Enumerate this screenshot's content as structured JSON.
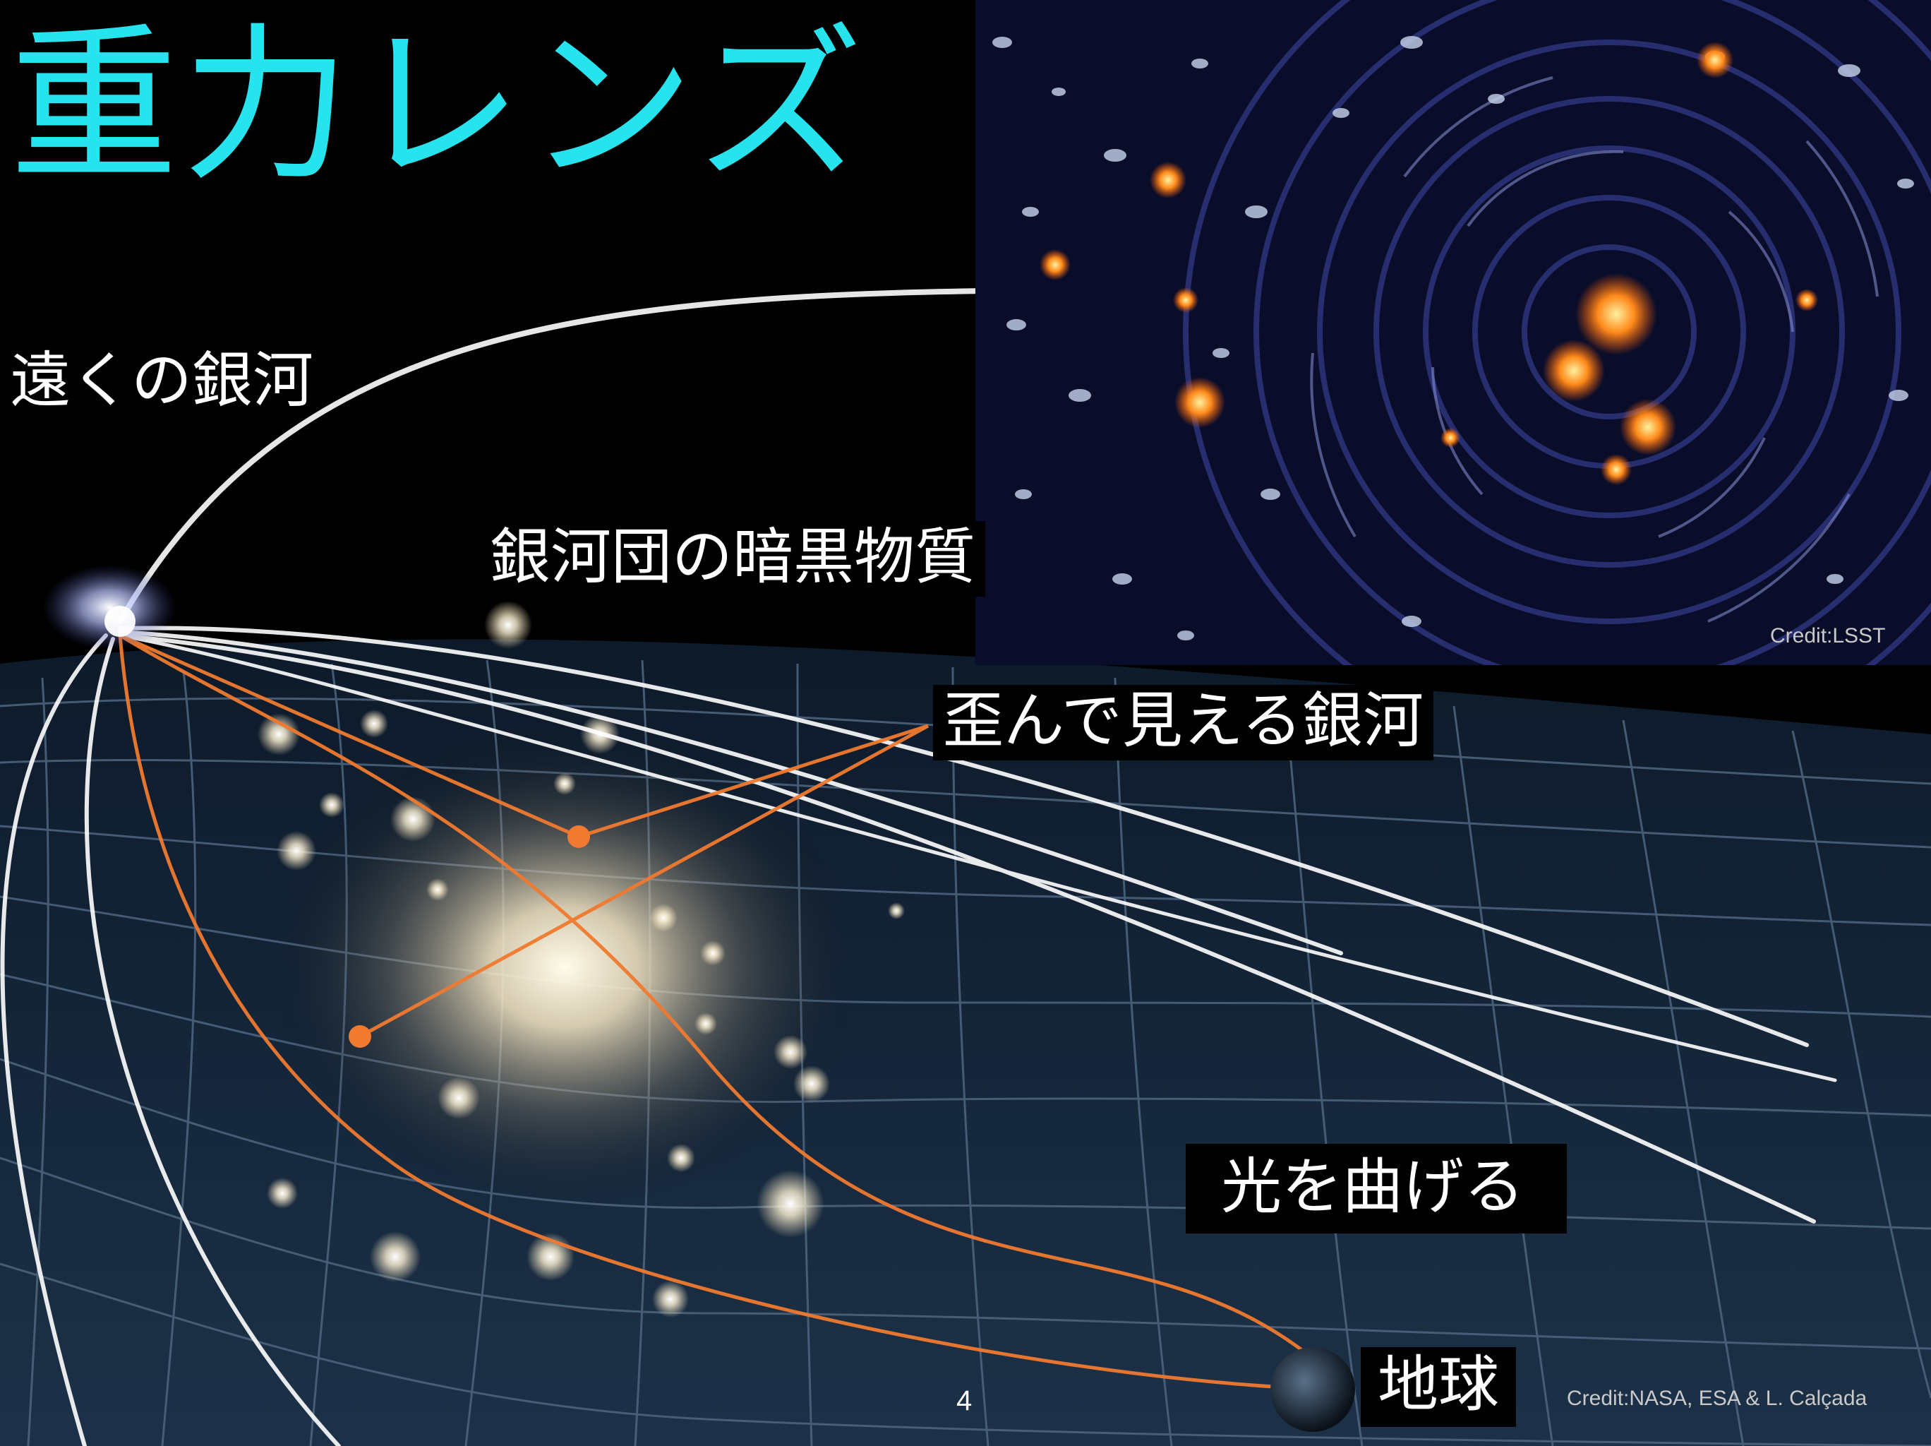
{
  "slide": {
    "title": "重力レンズ",
    "page_number": "4"
  },
  "labels": {
    "distant_galaxy": "遠くの銀河",
    "cluster_dark_matter": "銀河団の暗黒物質",
    "distorted_galaxy": "歪んで見える銀河",
    "bends_light": "光を曲げる",
    "earth": "地球"
  },
  "credits": {
    "inset": "Credit:LSST",
    "main": "Credit:NASA, ESA & L. Calçada"
  },
  "colors": {
    "title": "#27e3ee",
    "light_ray": "#ffffff",
    "lensed_ray": "#f07a30",
    "grid": "#4f6680",
    "inset_background": "#0a0d2a"
  }
}
